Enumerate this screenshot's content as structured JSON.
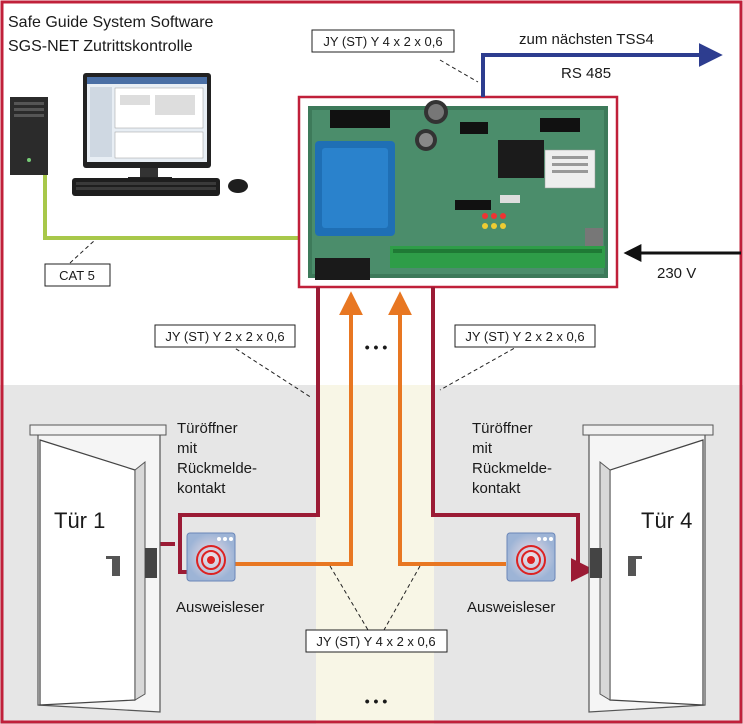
{
  "header": {
    "software_line1": "Safe Guide System Software",
    "software_line2": "SGS-NET Zutrittskontrolle"
  },
  "cables": {
    "bus_top": "JY (ST) Y 4 x 2 x 0,6",
    "cat5": "CAT 5",
    "door1_cable": "JY (ST) Y 2 x 2 x 0,6",
    "door4_cable": "JY (ST) Y 2 x 2 x 0,6",
    "reader_cable": "JY (ST) Y 4 x 2 x 0,6"
  },
  "connections": {
    "next_tss": "zum nächsten TSS4",
    "rs485": "RS 485",
    "power": "230 V"
  },
  "doors": [
    {
      "name": "Tür 1",
      "opener_line1": "Türöffner",
      "opener_line2": "mit",
      "opener_line3": "Rückmelde-",
      "opener_line4": "kontakt",
      "reader": "Ausweisleser"
    },
    {
      "name": "Tür 4",
      "opener_line1": "Türöffner",
      "opener_line2": "mit",
      "opener_line3": "Rückmelde-",
      "opener_line4": "kontakt",
      "reader": "Ausweisleser"
    }
  ],
  "ellipsis": "• • •",
  "colors": {
    "frame_red": "#c0203a",
    "door_wire": "#9b1b35",
    "reader_wire": "#e87722",
    "cat5_wire": "#a8c84a",
    "rs485_wire": "#2d3d8f",
    "power_wire": "#111111",
    "zone_gray": "#e6e6e6",
    "zone_cream": "#f8f6e6"
  }
}
